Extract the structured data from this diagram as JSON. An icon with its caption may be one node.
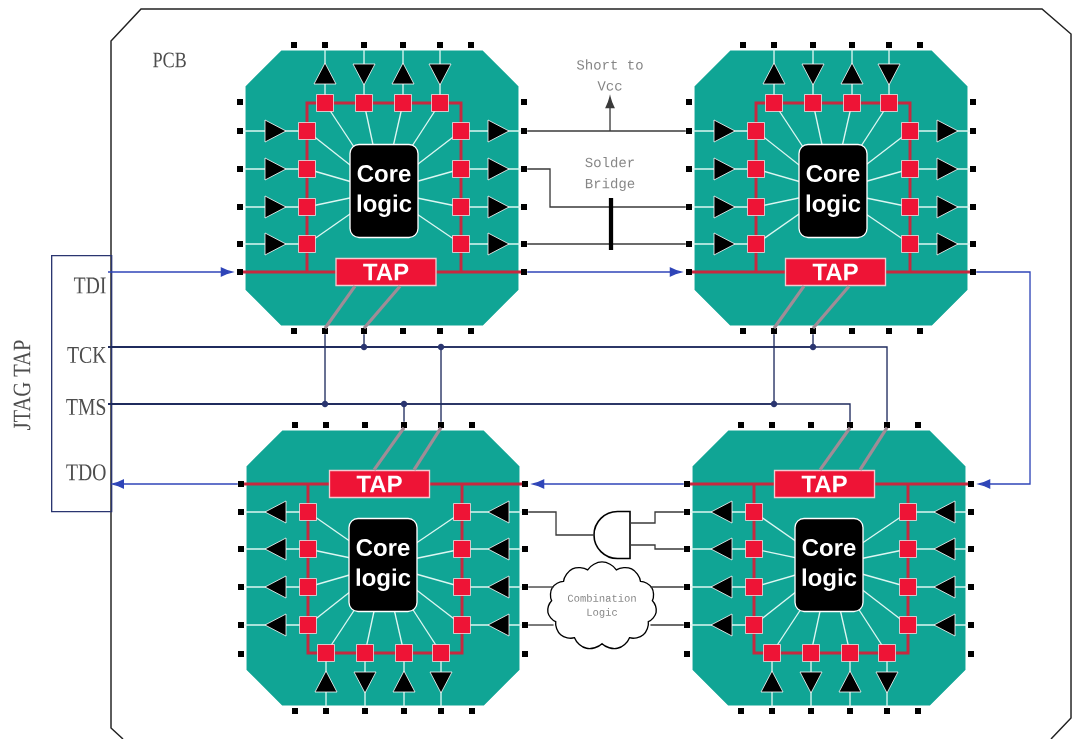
{
  "diagram": {
    "nodes": [
      {
        "text": [
          "PCB"
        ]
      },
      {
        "text": [
          "JTAG TAP"
        ]
      },
      {
        "text": [
          "TDI"
        ],
        "in": 1
      },
      {
        "text": [
          "TCK"
        ],
        "in": 1
      },
      {
        "text": [
          "TMS"
        ],
        "in": 1
      },
      {
        "text": [
          "TDO"
        ],
        "in": 1
      },
      {
        "text": [],
        "shape": "octagon",
        "in": 0
      },
      {
        "text": [
          "Core logic"
        ],
        "in": 6
      },
      {
        "text": [
          "TAP"
        ],
        "in": 6
      },
      {
        "text": [
          "Short to Vcc"
        ],
        "in": 0
      },
      {
        "text": [],
        "shape": "octagon",
        "in": 0
      },
      {
        "text": [
          "Core logic"
        ],
        "in": 10
      },
      {
        "text": [
          "TAP"
        ],
        "in": 10
      },
      {
        "text": [],
        "shape": "octagon",
        "in": 0
      },
      {
        "text": [
          "Core logic"
        ],
        "in": 13
      },
      {
        "text": [
          "TAP"
        ],
        "in": 13
      },
      {
        "text": [],
        "shape": "gate",
        "in": 0
      },
      {
        "text": [
          "Combination Logic"
        ],
        "in": 0
      },
      {
        "text": [],
        "shape": "octagon",
        "in": 0
      },
      {
        "text": [
          "Core logic"
        ],
        "in": 18
      },
      {
        "text": [
          "TAP"
        ],
        "in": 18
      }
    ],
    "edges": [
      {
        "from": 2,
        "to": 6,
        "arrow": "to",
        "color": "#2f45b8"
      },
      {
        "from": 6,
        "to": 10,
        "arrow": "to",
        "color": "#2f45b8"
      },
      {
        "from": 10,
        "to": 18,
        "arrow": "to",
        "color": "#2f45b8"
      },
      {
        "from": 18,
        "to": 13,
        "arrow": "to",
        "color": "#2f45b8"
      },
      {
        "from": 13,
        "to": 5,
        "arrow": "to",
        "color": "#2f45b8"
      },
      {
        "from": 3,
        "to": 6,
        "arrow": "none",
        "color": "#1f2b5e"
      },
      {
        "from": 3,
        "to": 13,
        "arrow": "none",
        "color": "#1f2b5e"
      },
      {
        "from": 3,
        "to": 10,
        "arrow": "none",
        "color": "#1f2b5e"
      },
      {
        "from": 3,
        "to": 18,
        "arrow": "none",
        "color": "#1f2b5e"
      },
      {
        "from": 4,
        "to": 6,
        "arrow": "none",
        "color": "#1f2b5e"
      },
      {
        "from": 4,
        "to": 13,
        "arrow": "none",
        "color": "#1f2b5e"
      },
      {
        "from": 4,
        "to": 10,
        "arrow": "none",
        "color": "#1f2b5e"
      },
      {
        "from": 4,
        "to": 18,
        "arrow": "none",
        "color": "#1f2b5e"
      },
      {
        "from": 6,
        "to": 10,
        "arrow": "none"
      },
      {
        "from": null,
        "to": 9,
        "arrow": "to"
      },
      {
        "from": 6,
        "to": 10,
        "arrow": "none"
      },
      {
        "from": 6,
        "to": 10,
        "arrow": "none"
      },
      {
        "from": 18,
        "to": 16,
        "arrow": "none"
      },
      {
        "from": 18,
        "to": 16,
        "arrow": "none"
      },
      {
        "from": 16,
        "to": 13,
        "arrow": "none"
      },
      {
        "from": 18,
        "to": 17,
        "arrow": "none"
      },
      {
        "from": 18,
        "to": 17,
        "arrow": "none"
      },
      {
        "from": 17,
        "to": 13,
        "arrow": "none"
      },
      {
        "from": 17,
        "to": 13,
        "arrow": "none"
      },
      {
        "from": 8,
        "to": 6,
        "arrow": "none",
        "style": "thick",
        "color": "#a08c96"
      },
      {
        "from": 8,
        "to": 6,
        "arrow": "none",
        "style": "thick",
        "color": "#a08c96"
      },
      {
        "from": 12,
        "to": 10,
        "arrow": "none",
        "style": "thick",
        "color": "#a08c96"
      },
      {
        "from": 12,
        "to": 10,
        "arrow": "none",
        "style": "thick",
        "color": "#a08c96"
      },
      {
        "from": 15,
        "to": 13,
        "arrow": "none",
        "style": "thick",
        "color": "#a08c96"
      },
      {
        "from": 15,
        "to": 13,
        "arrow": "none",
        "style": "thick",
        "color": "#a08c96"
      },
      {
        "from": 20,
        "to": 18,
        "arrow": "none",
        "style": "thick",
        "color": "#a08c96"
      },
      {
        "from": 20,
        "to": 18,
        "arrow": "none",
        "style": "thick",
        "color": "#a08c96"
      }
    ],
    "labels": [
      "Solder Bridge"
    ]
  }
}
